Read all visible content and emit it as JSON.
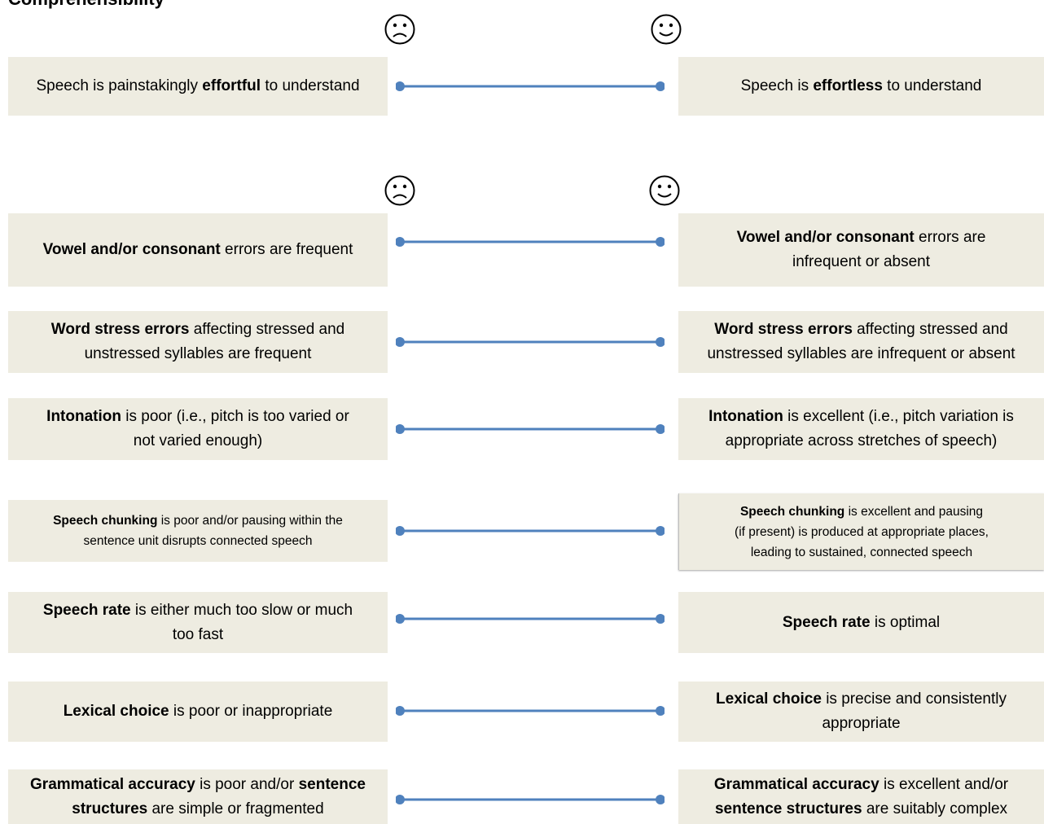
{
  "page": {
    "partial_heading": "Comprehensibility"
  },
  "faces": {
    "negative_icon": "frowning-face-icon",
    "positive_icon": "smiling-face-icon",
    "color": "#000000"
  },
  "scale_line_color": "#4f81bd",
  "box_color": "#eeece1",
  "comprehensibility": {
    "left": [
      {
        "t": "Speech is painstakingly ",
        "b": false
      },
      {
        "t": "effortful",
        "b": true
      },
      {
        "t": " to understand",
        "b": false
      }
    ],
    "right": [
      {
        "t": "Speech is ",
        "b": false
      },
      {
        "t": "effortless",
        "b": true
      },
      {
        "t": " to understand",
        "b": false
      }
    ]
  },
  "scales": [
    {
      "left": [
        [
          {
            "t": "Vowel and/or consonant",
            "b": true
          },
          {
            "t": " errors are frequent",
            "b": false
          }
        ]
      ],
      "right": [
        [
          {
            "t": "Vowel and/or consonant",
            "b": true
          },
          {
            "t": " errors are",
            "b": false
          }
        ],
        [
          {
            "t": "infrequent or absent",
            "b": false
          }
        ]
      ]
    },
    {
      "left": [
        [
          {
            "t": "Word stress errors",
            "b": true
          },
          {
            "t": " affecting stressed and",
            "b": false
          }
        ],
        [
          {
            "t": "unstressed syllables are frequent",
            "b": false
          }
        ]
      ],
      "right": [
        [
          {
            "t": "Word stress errors",
            "b": true
          },
          {
            "t": " affecting stressed and",
            "b": false
          }
        ],
        [
          {
            "t": "unstressed syllables are infrequent or absent",
            "b": false
          }
        ]
      ]
    },
    {
      "left": [
        [
          {
            "t": "Intonation",
            "b": true
          },
          {
            "t": " is poor (i.e., pitch is too varied or",
            "b": false
          }
        ],
        [
          {
            "t": "not varied enough)",
            "b": false
          }
        ]
      ],
      "right": [
        [
          {
            "t": "Intonation",
            "b": true
          },
          {
            "t": " is excellent (i.e., pitch variation is",
            "b": false
          }
        ],
        [
          {
            "t": "appropriate across stretches of speech)",
            "b": false
          }
        ]
      ]
    },
    {
      "left": [
        [
          {
            "t": "Speech chunking",
            "b": true
          },
          {
            "t": " is poor and/or pausing within the",
            "b": false
          }
        ],
        [
          {
            "t": "sentence unit disrupts connected speech",
            "b": false
          }
        ]
      ],
      "right": [
        [
          {
            "t": "Speech chunking",
            "b": true
          },
          {
            "t": " is excellent and pausing",
            "b": false
          }
        ],
        [
          {
            "t": "(if present) is produced at appropriate places,",
            "b": false
          }
        ],
        [
          {
            "t": "leading to sustained, connected speech",
            "b": false
          }
        ]
      ]
    },
    {
      "left": [
        [
          {
            "t": "Speech rate",
            "b": true
          },
          {
            "t": " is either much too slow or much",
            "b": false
          }
        ],
        [
          {
            "t": "too fast",
            "b": false
          }
        ]
      ],
      "right": [
        [
          {
            "t": "Speech rate",
            "b": true
          },
          {
            "t": " is optimal",
            "b": false
          }
        ]
      ]
    },
    {
      "left": [
        [
          {
            "t": "Lexical choice",
            "b": true
          },
          {
            "t": " is poor or inappropriate",
            "b": false
          }
        ]
      ],
      "right": [
        [
          {
            "t": "Lexical choice",
            "b": true
          },
          {
            "t": " is precise and consistently",
            "b": false
          }
        ],
        [
          {
            "t": "appropriate",
            "b": false
          }
        ]
      ]
    },
    {
      "left": [
        [
          {
            "t": "Grammatical accuracy",
            "b": true
          },
          {
            "t": " is poor and/or ",
            "b": false
          },
          {
            "t": "sentence",
            "b": true
          }
        ],
        [
          {
            "t": "structures",
            "b": true
          },
          {
            "t": " are simple or fragmented",
            "b": false
          }
        ]
      ],
      "right": [
        [
          {
            "t": "Grammatical accuracy",
            "b": true
          },
          {
            "t": " is excellent and/or",
            "b": false
          }
        ],
        [
          {
            "t": "sentence structures",
            "b": true
          },
          {
            "t": " are suitably complex",
            "b": false
          }
        ]
      ]
    }
  ]
}
